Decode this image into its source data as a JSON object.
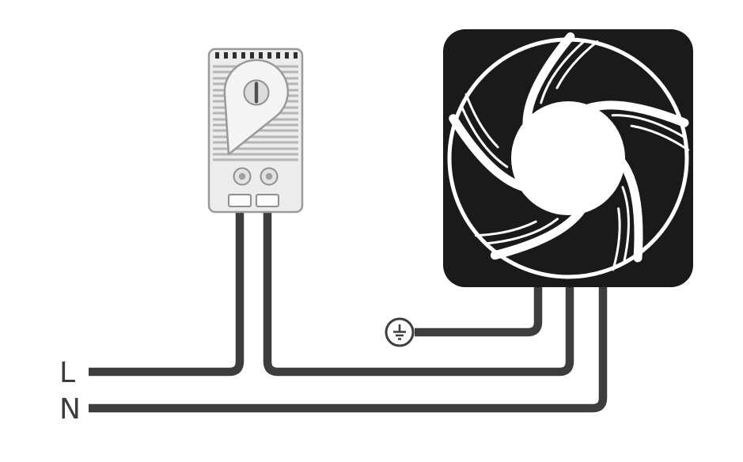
{
  "diagram": {
    "type": "wiring-diagram",
    "labels": {
      "live": "L",
      "neutral": "N"
    },
    "components": {
      "thermostat": "enclosure-thermostat",
      "fan": "axial-fan",
      "earth": "earth-ground-symbol"
    },
    "colors": {
      "wire": "#3d3d3d",
      "fan_body": "#1a1a1a",
      "thermostat_body": "#ececec",
      "thermostat_outline": "#9a9a9a",
      "background": "#ffffff"
    }
  }
}
